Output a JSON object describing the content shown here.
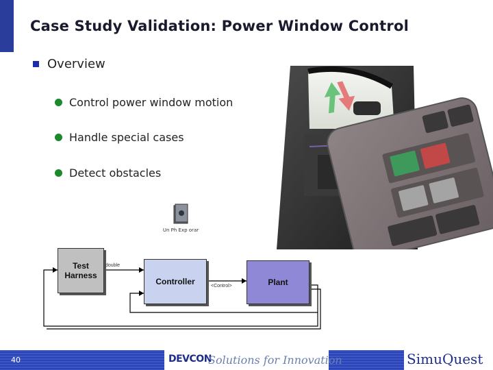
{
  "slide": {
    "title": "Case Study Validation: Power Window Control",
    "overview_label": "Overview",
    "bullets": [
      "Control power window motion",
      "Handle special cases",
      "Detect obstacles"
    ],
    "accent_color": "#2a3d9a",
    "bullet_color": "#1c8a2c"
  },
  "explorer": {
    "icon": "book-explorer-icon",
    "label": "Un Ph Exp orar"
  },
  "diagram": {
    "blocks": {
      "harness": [
        "Test",
        "Harness"
      ],
      "controller": "Controller",
      "plant": "Plant"
    },
    "signals": {
      "harness_out": "double",
      "controller_out": "<Control>"
    }
  },
  "footer": {
    "page_number": "40",
    "devcon_logo": "DEVCON",
    "tagline": "Solutions for Innovation",
    "company_logo": "SimuQuest"
  }
}
